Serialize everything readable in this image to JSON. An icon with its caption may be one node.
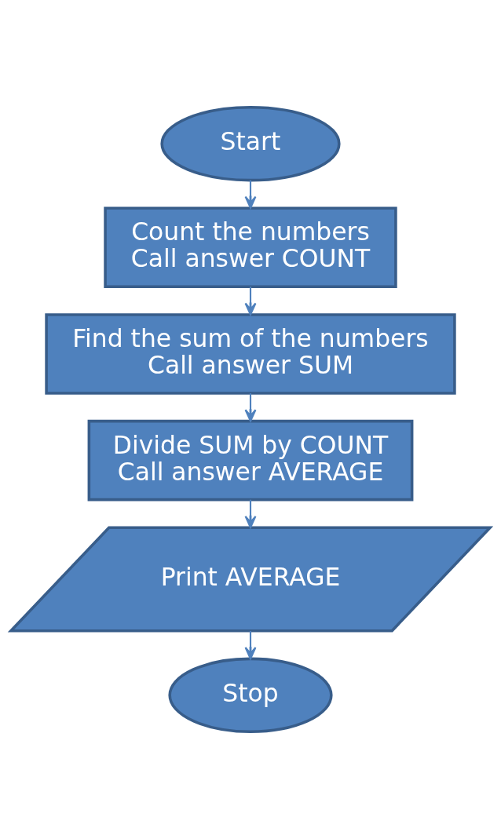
{
  "diagram": {
    "nodes": [
      {
        "text": [
          "Start"
        ]
      },
      {
        "text": [
          "Count the numbers",
          "Call answer COUNT"
        ]
      },
      {
        "text": [
          "Find the sum of the numbers",
          "Call answer SUM"
        ]
      },
      {
        "text": [
          "Divide SUM by COUNT",
          "Call answer AVERAGE"
        ]
      },
      {
        "text": [
          "Print AVERAGE"
        ]
      },
      {
        "text": [
          "Stop"
        ]
      }
    ],
    "edges": [
      {
        "from": 0,
        "to": 1,
        "arrow": "to"
      },
      {
        "from": 1,
        "to": 2,
        "arrow": "to"
      },
      {
        "from": 2,
        "to": 3,
        "arrow": "to"
      },
      {
        "from": 3,
        "to": 4,
        "arrow": "to"
      },
      {
        "from": 4,
        "to": 5,
        "arrow": "to"
      }
    ]
  }
}
